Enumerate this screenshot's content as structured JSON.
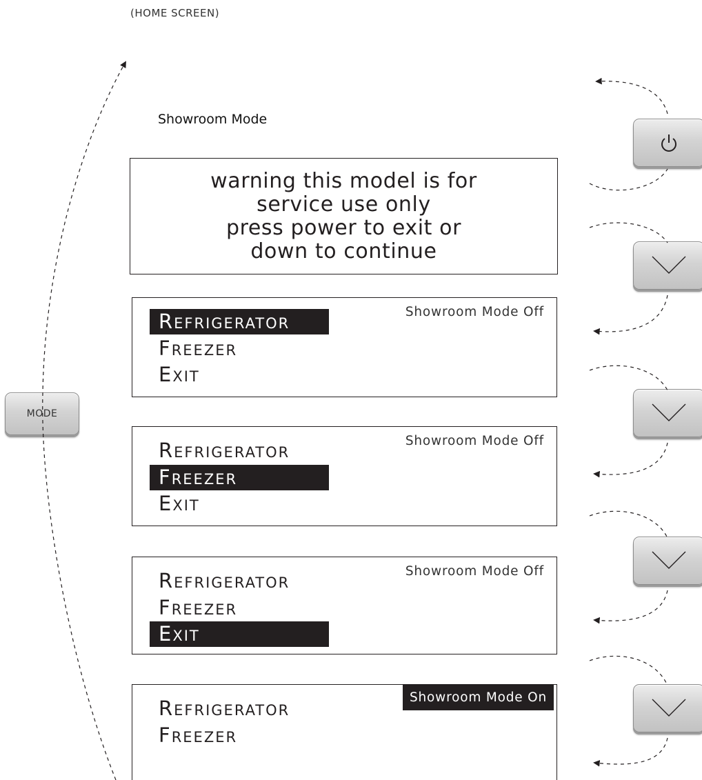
{
  "home_label": "(HOME SCREEN)",
  "section_title": "Showroom Mode",
  "warning_lines": [
    "warning this model is for",
    "service use only",
    "press power to exit or",
    "down to continue"
  ],
  "menu": {
    "refrigerator": {
      "cap": "R",
      "rest": "EFRIGERATOR"
    },
    "freezer": {
      "cap": "F",
      "rest": "REEZER"
    },
    "exit": {
      "cap": "E",
      "rest": "XIT"
    }
  },
  "status_off": "Showroom Mode Off",
  "status_on": "Showroom Mode On",
  "buttons": {
    "mode_label": "MODE",
    "power_icon": "power-icon",
    "down_icon": "chevron-down-icon"
  },
  "colors": {
    "ink": "#231f20",
    "button_face": "#d3d3d3",
    "background": "#ffffff"
  }
}
